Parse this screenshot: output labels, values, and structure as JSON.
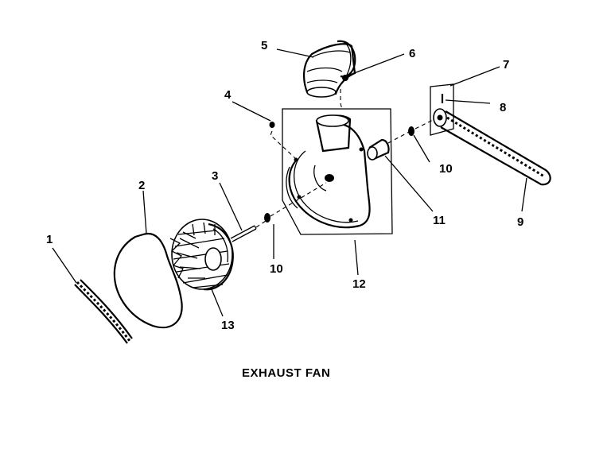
{
  "diagram": {
    "caption": "EXHAUST FAN",
    "callouts": {
      "c1": "1",
      "c2": "2",
      "c3": "3",
      "c4": "4",
      "c5": "5",
      "c6": "6",
      "c7": "7",
      "c8": "8",
      "c9": "9",
      "c10a": "10",
      "c10b": "10",
      "c11": "11",
      "c12": "12",
      "c13": "13"
    }
  }
}
